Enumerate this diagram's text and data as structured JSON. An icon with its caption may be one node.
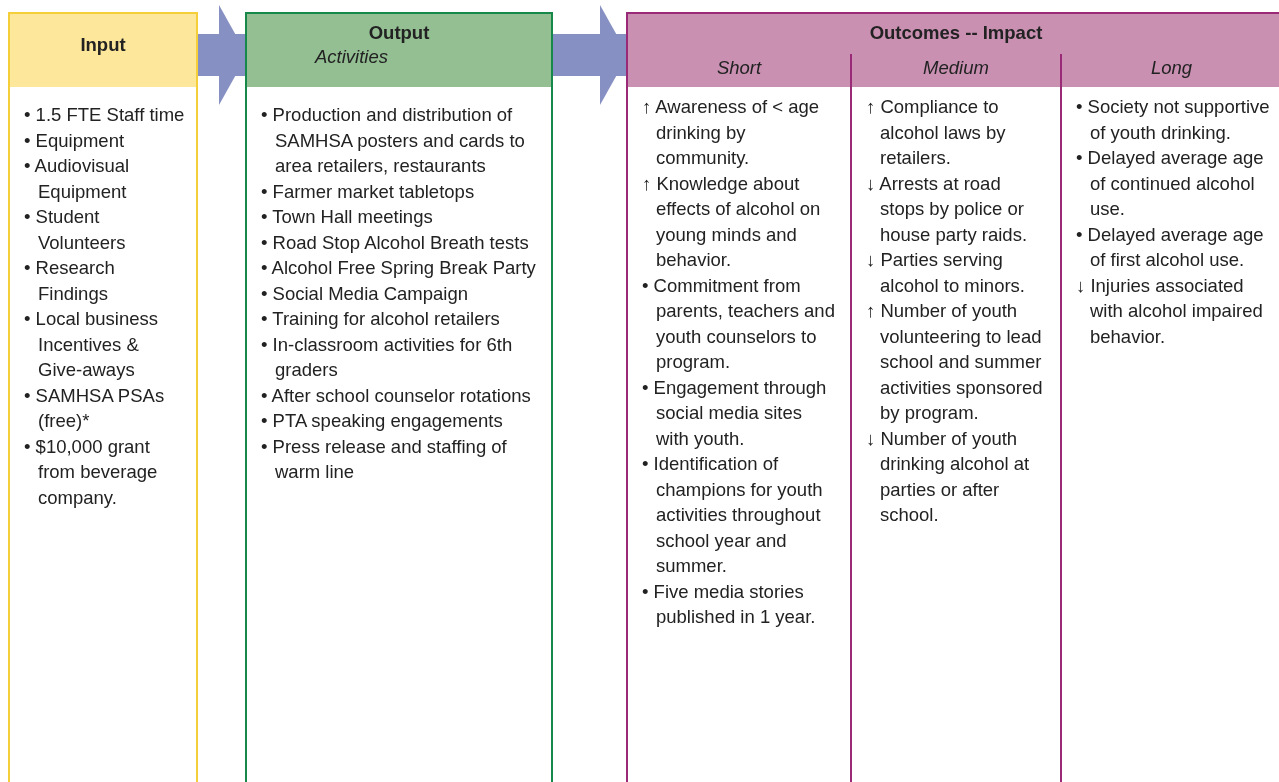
{
  "diagram": {
    "nodes": [
      {
        "text": [
          "Input",
          "• 1.5 FTE Staff time",
          "• Equipment",
          "• Audiovisual Equipment",
          "• Student Volunteers",
          "• Research Findings",
          "• Local business Incentives & Give-aways",
          "• SAMHSA PSAs (free)*",
          "• $10,000 grant from beverage company."
        ]
      },
      {
        "text": [
          "Output",
          "Activities",
          "• Production and distribution of SAMHSA posters and cards to area retailers, restaurants",
          "• Farmer market tabletops",
          "• Town Hall meetings",
          "• Road Stop Alcohol Breath tests",
          "• Alcohol Free Spring Break Party",
          "• Social Media Campaign",
          "• Training for alcohol retailers",
          "• In-classroom activities for 6th graders",
          "• After school counselor rotations",
          "• PTA speaking engagements",
          "• Press release and staffing of warm line"
        ]
      },
      {
        "text": [
          "Outcomes -- Impact"
        ]
      },
      {
        "text": [
          "Short",
          "↑ Awareness of < age drinking by community.",
          "↑ Knowledge about effects of alcohol on young minds and behavior.",
          "• Commitment from parents, teachers and youth counselors to program.",
          "• Engagement through social media sites with youth.",
          "• Identification of champions for youth activities throughout school year and summer.",
          "• Five media stories published in 1 year."
        ],
        "in": 2
      },
      {
        "text": [
          "Medium",
          "↑ Compliance to alcohol laws by retailers.",
          "↓ Arrests at road stops by police or house party raids.",
          "↓ Parties serving alcohol to minors.",
          "↑ Number of youth volunteering to lead school and summer activities sponsored by program.",
          "↓ Number of youth drinking alcohol at parties or after school."
        ],
        "in": 2
      },
      {
        "text": [
          "Long",
          "• Society not supportive of youth drinking.",
          "• Delayed average age of continued alcohol use.",
          "• Delayed average age of first alcohol use.",
          "↓ Injuries associated with alcohol impaired behavior."
        ],
        "in": 2
      }
    ],
    "edges": [
      {
        "from": 0,
        "to": 1,
        "arrow": "to"
      },
      {
        "from": 1,
        "to": 2,
        "arrow": "to"
      }
    ]
  }
}
